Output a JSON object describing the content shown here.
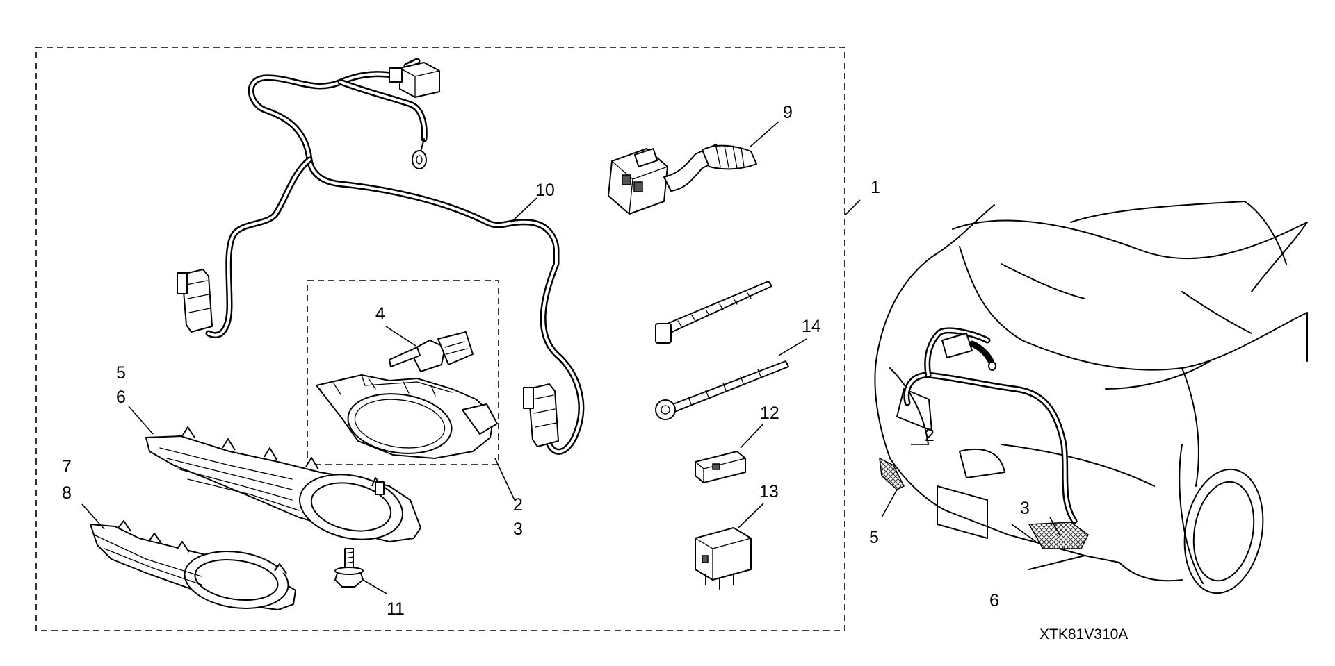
{
  "diagram": {
    "code": "XTK81V310A",
    "callouts": {
      "c1": "1",
      "c2a": "2",
      "c3a": "3",
      "c4": "4",
      "c5a": "5",
      "c6a": "6",
      "c7": "7",
      "c8": "8",
      "c9": "9",
      "c10": "10",
      "c11": "11",
      "c12": "12",
      "c13": "13",
      "c14": "14",
      "c2b": "2",
      "c3b": "3",
      "c5b": "5",
      "c6b": "6"
    }
  }
}
